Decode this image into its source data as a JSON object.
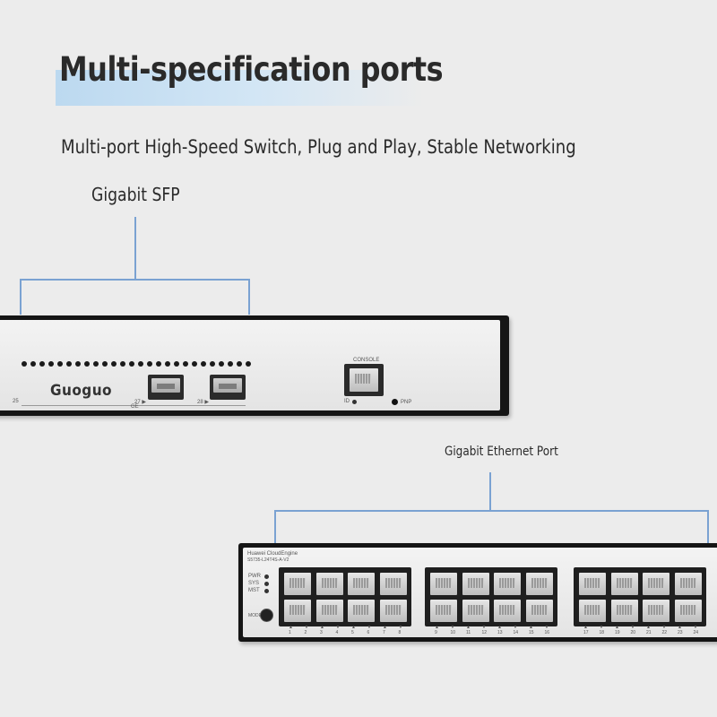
{
  "header": {
    "title": "Multi-specification ports",
    "subtitle": "Multi-port High-Speed Switch, Plug and Play, Stable Networking"
  },
  "callouts": {
    "sfp_label": "Gigabit SFP",
    "ethernet_label": "Gigabit Ethernet Port"
  },
  "top_switch": {
    "brand": "Guoguo",
    "console_label": "CONSOLE",
    "port_25": "25",
    "port_27": "27 ▶",
    "port_28": "28 ▶",
    "ge_label": "GE",
    "id_label": "ID",
    "pnp_label": "PNP"
  },
  "bottom_switch": {
    "vendor": "Huawei CloudEngine",
    "model": "S5735-L24T4S-A-V2",
    "leds": [
      "PWR",
      "SYS",
      "MST"
    ],
    "mode_label": "MODE",
    "port_numbers": [
      "1",
      "2",
      "3",
      "4",
      "5",
      "6",
      "7",
      "8",
      "9",
      "10",
      "11",
      "12",
      "13",
      "14",
      "15",
      "16",
      "17",
      "18",
      "19",
      "20",
      "21",
      "22",
      "23",
      "24"
    ]
  },
  "colors": {
    "callout_line": "#7aa2d2",
    "title_band": "#bcd9f0",
    "chassis": "#151515"
  }
}
